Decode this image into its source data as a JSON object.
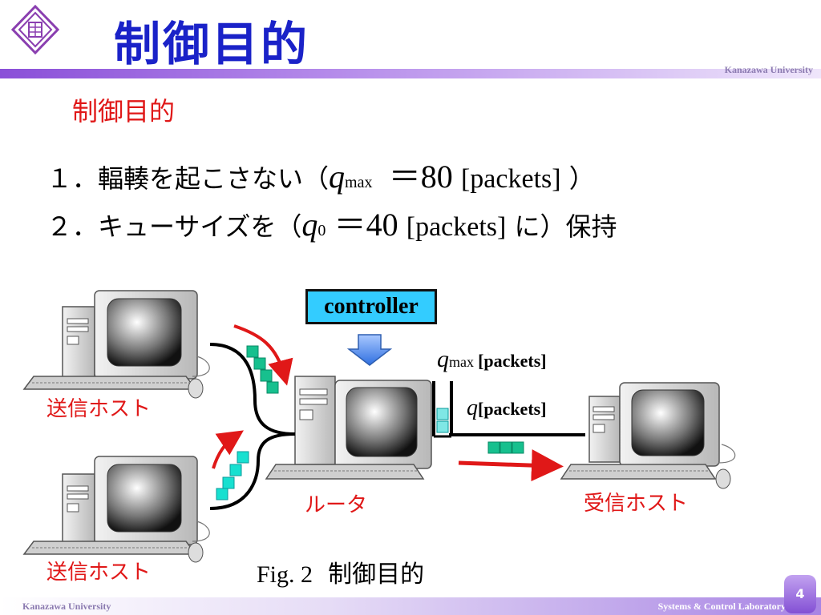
{
  "header": {
    "title": "制御目的",
    "university": "Kanazawa University"
  },
  "subtitle": "制御目的",
  "items": [
    {
      "prefix": "１．輻輳を起こさない（",
      "var": "q",
      "sub": "max",
      "eq": "＝80",
      "unit": "[packets]",
      "suffix": "）"
    },
    {
      "prefix": "２．キューサイズを（",
      "var": "q",
      "sub": "0",
      "eq": "＝40",
      "unit": "[packets]",
      "suffix": "に）保持"
    }
  ],
  "diagram": {
    "controller": "controller",
    "qmax_var": "q",
    "qmax_sub": "max",
    "qmax_unit": "[packets]",
    "q_var": "q",
    "q_unit": "[packets]",
    "sender_label_1": "送信ホスト",
    "sender_label_2": "送信ホスト",
    "router_label": "ルータ",
    "receiver_label": "受信ホスト"
  },
  "caption": {
    "fig": "Fig. 2",
    "text": "制御目的"
  },
  "footer": {
    "left": "Kanazawa University",
    "right": "Systems & Control Laboratory",
    "page": "4"
  },
  "colors": {
    "title": "#1a22c8",
    "accent_red": "#e01818",
    "controller_fill": "#33ccff",
    "packet": "#17c08e",
    "header_bar": "#8a4fd8"
  }
}
